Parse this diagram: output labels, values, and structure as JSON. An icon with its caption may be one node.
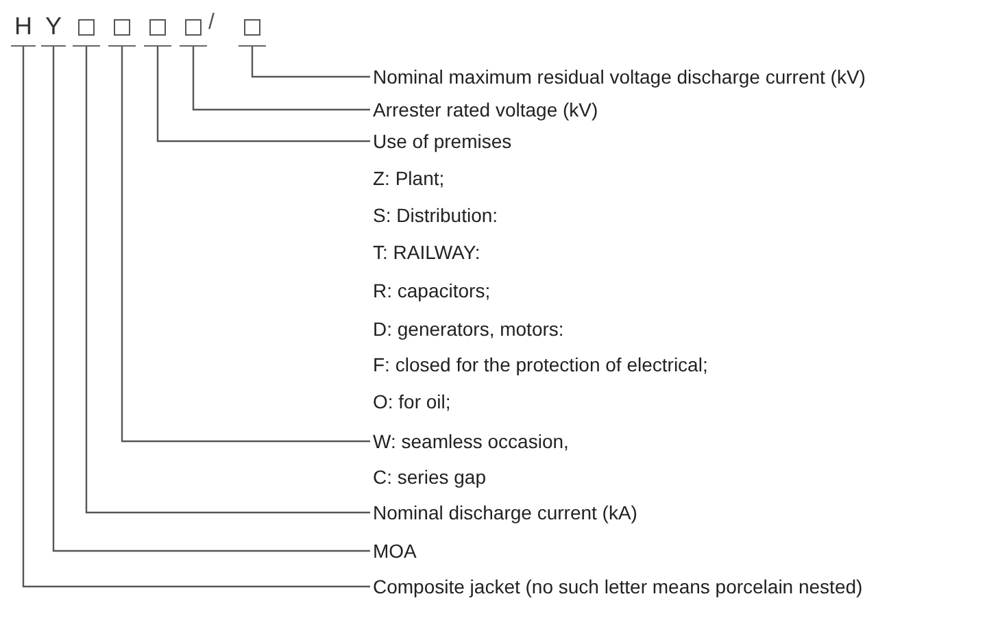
{
  "diagram": {
    "nodes": [
      {
        "text": [
          "H"
        ]
      },
      {
        "text": [
          "Y"
        ]
      },
      {
        "text": [],
        "shape": "box"
      },
      {
        "text": [],
        "shape": "box"
      },
      {
        "text": [],
        "shape": "box"
      },
      {
        "text": [],
        "shape": "box"
      },
      {
        "text": [],
        "shape": "box"
      },
      {
        "text": [
          "Nominal maximum residual voltage discharge current (kV)"
        ]
      },
      {
        "text": [
          "Arrester rated voltage (kV)"
        ]
      },
      {
        "text": [
          "Use of premises"
        ]
      },
      {
        "text": [
          "W: seamless occasion,"
        ]
      },
      {
        "text": [
          "Nominal discharge current (kA)"
        ]
      },
      {
        "text": [
          "MOA"
        ]
      },
      {
        "text": [
          "Composite jacket (no such letter means porcelain nested)"
        ]
      }
    ],
    "edges": [
      {
        "from": 6,
        "to": 7,
        "arrow": "none"
      },
      {
        "from": 5,
        "to": 8,
        "arrow": "none"
      },
      {
        "from": 4,
        "to": 9,
        "arrow": "none"
      },
      {
        "from": 3,
        "to": 10,
        "arrow": "none"
      },
      {
        "from": 2,
        "to": 11,
        "arrow": "none"
      },
      {
        "from": 1,
        "to": 12,
        "arrow": "none"
      },
      {
        "from": 0,
        "to": 13,
        "arrow": "none"
      }
    ],
    "labels": [
      "/",
      "Z: Plant;",
      "S: Distribution:",
      "T: RAILWAY:",
      "R: capacitors;",
      "D: generators, motors:",
      "F: closed for the protection of electrical;",
      "O: for oil;",
      "C: series gap"
    ]
  }
}
